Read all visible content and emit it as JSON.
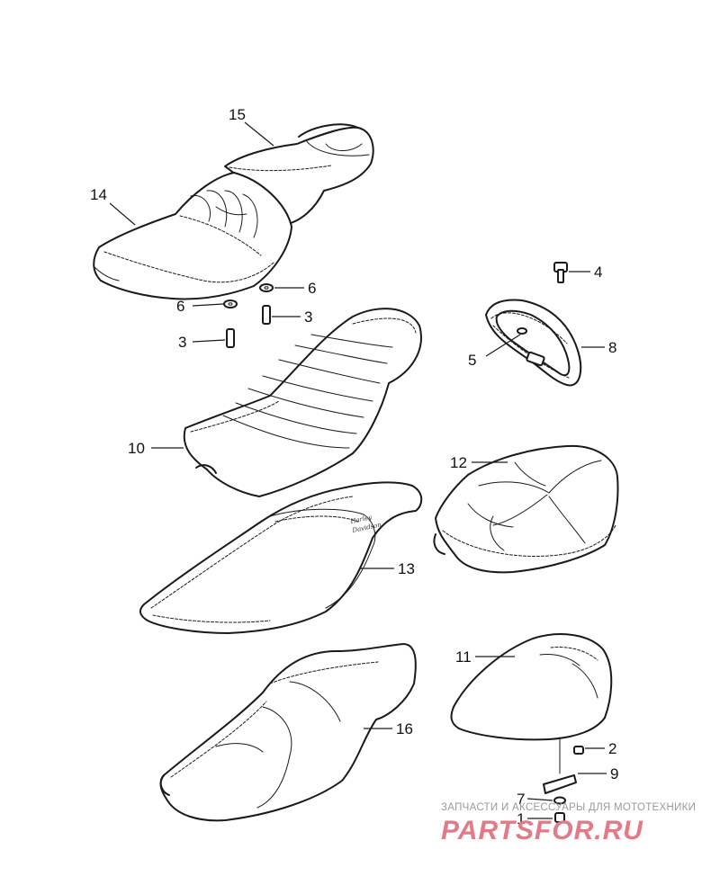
{
  "diagram": {
    "callouts": [
      {
        "id": "15",
        "label": "15"
      },
      {
        "id": "14",
        "label": "14"
      },
      {
        "id": "6a",
        "label": "6"
      },
      {
        "id": "6b",
        "label": "6"
      },
      {
        "id": "3a",
        "label": "3"
      },
      {
        "id": "3b",
        "label": "3"
      },
      {
        "id": "4",
        "label": "4"
      },
      {
        "id": "8",
        "label": "8"
      },
      {
        "id": "5",
        "label": "5"
      },
      {
        "id": "10",
        "label": "10"
      },
      {
        "id": "12",
        "label": "12"
      },
      {
        "id": "13",
        "label": "13"
      },
      {
        "id": "11",
        "label": "11"
      },
      {
        "id": "16",
        "label": "16"
      },
      {
        "id": "2",
        "label": "2"
      },
      {
        "id": "9",
        "label": "9"
      },
      {
        "id": "7",
        "label": "7"
      },
      {
        "id": "1",
        "label": "1"
      }
    ],
    "seat_logo_text": [
      "Harley",
      "Davidson"
    ]
  },
  "watermark": {
    "caption": "ЗАПЧАСТИ И АКСЕССУАРЫ ДЛЯ МОТОТЕХНИКИ",
    "logo": "PARTSFOR.RU",
    "color": "#e27b87"
  },
  "colors": {
    "line": "#1a1a1a",
    "background": "#ffffff"
  }
}
